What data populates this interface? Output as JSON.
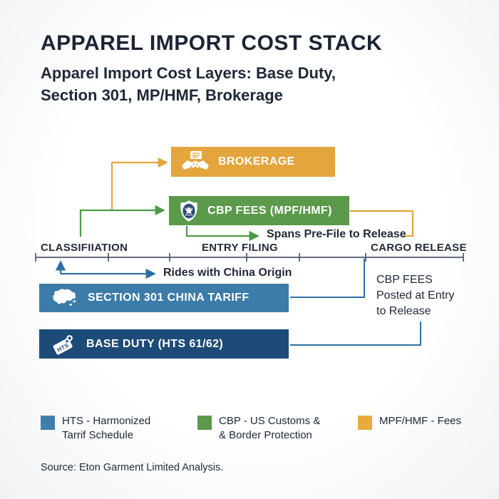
{
  "header": {
    "title": "APPAREL IMPORT COST STACK",
    "subtitle_line1": "Apparel Import Cost Layers: Base Duty,",
    "subtitle_line2": "Section 301, MP/HMF, Brokerage"
  },
  "bars": {
    "brokerage": {
      "label": "BROKERAGE",
      "color": "#E3A53C",
      "icon": "handshake-icon"
    },
    "cbp_fees": {
      "label": "CBP FEES (MPF/HMF)",
      "color": "#5A9A4A",
      "icon": "badge-icon"
    },
    "section_301": {
      "label": "SECTION 301 CHINA TARIFF",
      "color": "#3B7CA8",
      "icon": "china-map-icon"
    },
    "base_duty": {
      "label": "BASE DUTY (HTS 61/62)",
      "color": "#1D4B77",
      "icon": "hts-tag-icon"
    }
  },
  "icons": {
    "hts_tag_text": "HTS"
  },
  "timeline": {
    "phase_classification": "CLASSIFIIATION",
    "phase_entry_filing": "ENTRY FILING",
    "phase_cargo_release": "CARGO RELEASE"
  },
  "annotations": {
    "spans_pre_file": "Spans Pre-File to Release",
    "rides_china": "Rides with China Origin",
    "cbp_posted_line1": "CBP FEES",
    "cbp_posted_line2": "Posted at Entry",
    "cbp_posted_line3": "to Release"
  },
  "legend": [
    {
      "swatch": "#3F80AB",
      "line1": "HTS - Harmonized",
      "line2": "Tarrif Schedule"
    },
    {
      "swatch": "#5A9A4A",
      "line1": "CBP - US Customs &",
      "line2": "& Border Protection"
    },
    {
      "swatch": "#E8AC3D",
      "line1": "MPF/HMF - Fees",
      "line2": ""
    }
  ],
  "source": "Source: Eton Garment Limited Analysis.",
  "colors": {
    "gold": "#E3A53C",
    "green": "#4D9A45",
    "steel_blue": "#3B7CA8",
    "navy": "#1D4B77",
    "line_blue": "#2F6FA5",
    "axis": "#4d5868"
  }
}
